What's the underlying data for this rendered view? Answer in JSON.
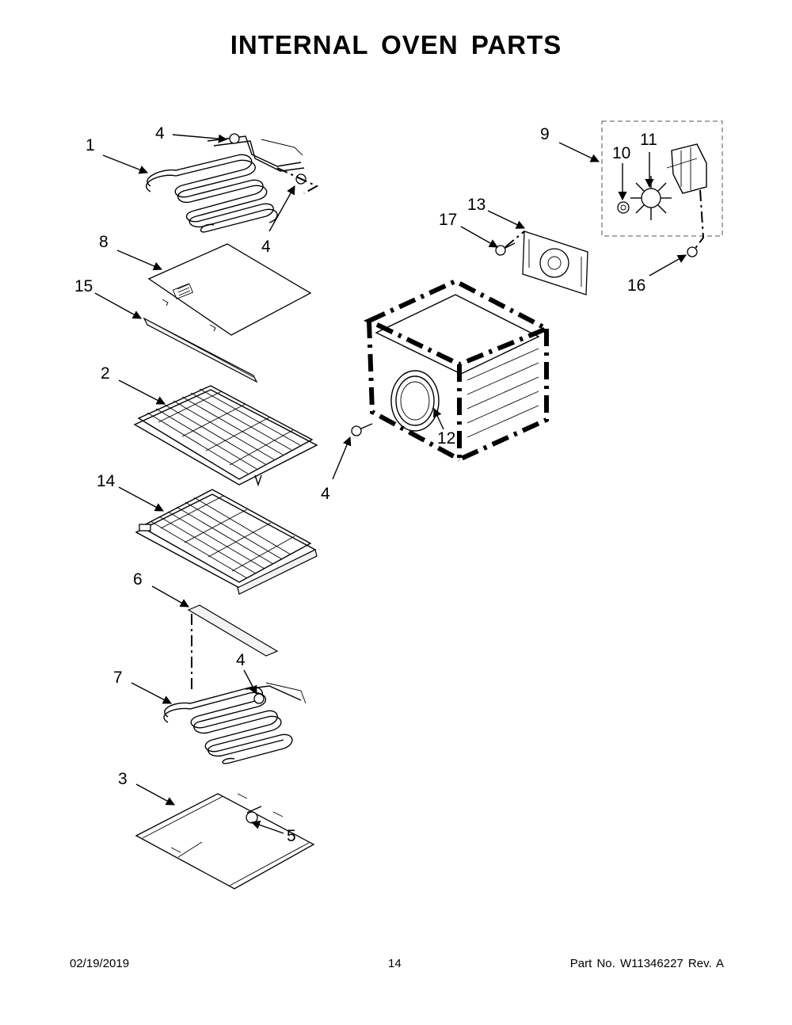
{
  "page": {
    "title": "INTERNAL OVEN PARTS",
    "footer": {
      "date": "02/19/2019",
      "page_number": "14",
      "part_number": "Part No.  W11346227  Rev.  A"
    }
  },
  "callouts": {
    "c1": "1",
    "c4a": "4",
    "c4b": "4",
    "c8": "8",
    "c15": "15",
    "c2": "2",
    "c14": "14",
    "c6": "6",
    "c4c": "4",
    "c7": "7",
    "c3": "3",
    "c5": "5",
    "c9": "9",
    "c10": "10",
    "c11": "11",
    "c13": "13",
    "c17": "17",
    "c16": "16",
    "c12": "12",
    "c4d": "4"
  }
}
